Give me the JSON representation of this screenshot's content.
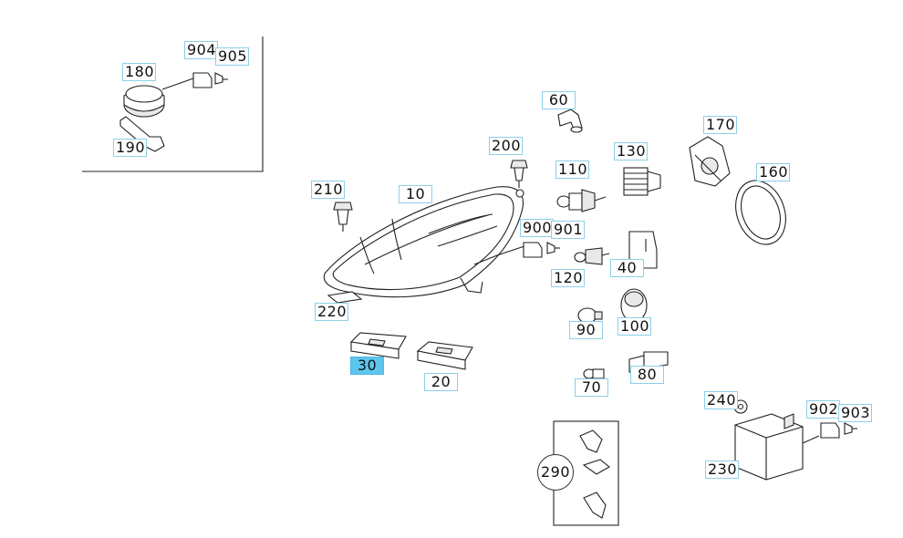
{
  "callouts": {
    "p10": "10",
    "p20": "20",
    "p30": "30",
    "p40": "40",
    "p60": "60",
    "p70": "70",
    "p80": "80",
    "p90": "90",
    "p100": "100",
    "p110": "110",
    "p120": "120",
    "p130": "130",
    "p160": "160",
    "p170": "170",
    "p180": "180",
    "p190": "190",
    "p200": "200",
    "p210": "210",
    "p220": "220",
    "p230": "230",
    "p240": "240",
    "p290": "290",
    "p900": "900",
    "p901": "901",
    "p902": "902",
    "p903": "903",
    "p904": "904",
    "p905": "905"
  },
  "selected_part": "30",
  "colors": {
    "highlight": "#5cc6ee",
    "callout_border": "#8ecfe8",
    "line": "#222222"
  }
}
